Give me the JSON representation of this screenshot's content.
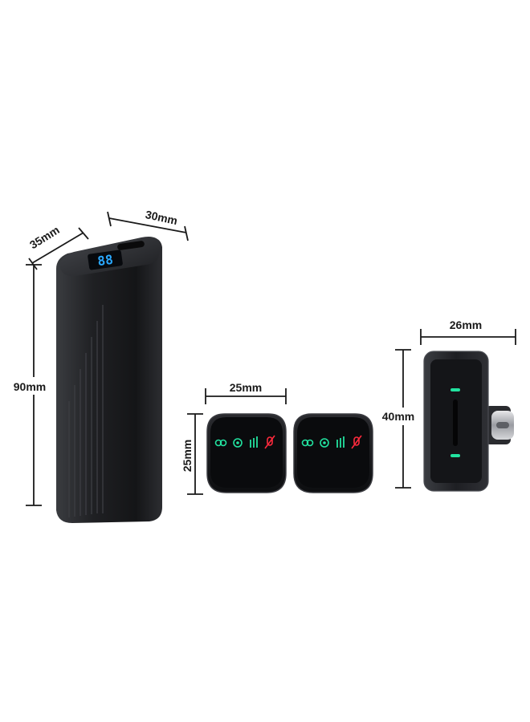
{
  "dimensions": {
    "case_depth": "35mm",
    "case_width": "30mm",
    "case_height": "90mm",
    "mic_width": "25mm",
    "mic_height": "25mm",
    "receiver_width": "26mm",
    "receiver_height": "40mm"
  },
  "case_display": "88",
  "colors": {
    "device_body": "#1e1f22",
    "display_blue": "#2aa8ff",
    "indicator_green": "#22e3a0",
    "indicator_red": "#ff2a3d"
  }
}
